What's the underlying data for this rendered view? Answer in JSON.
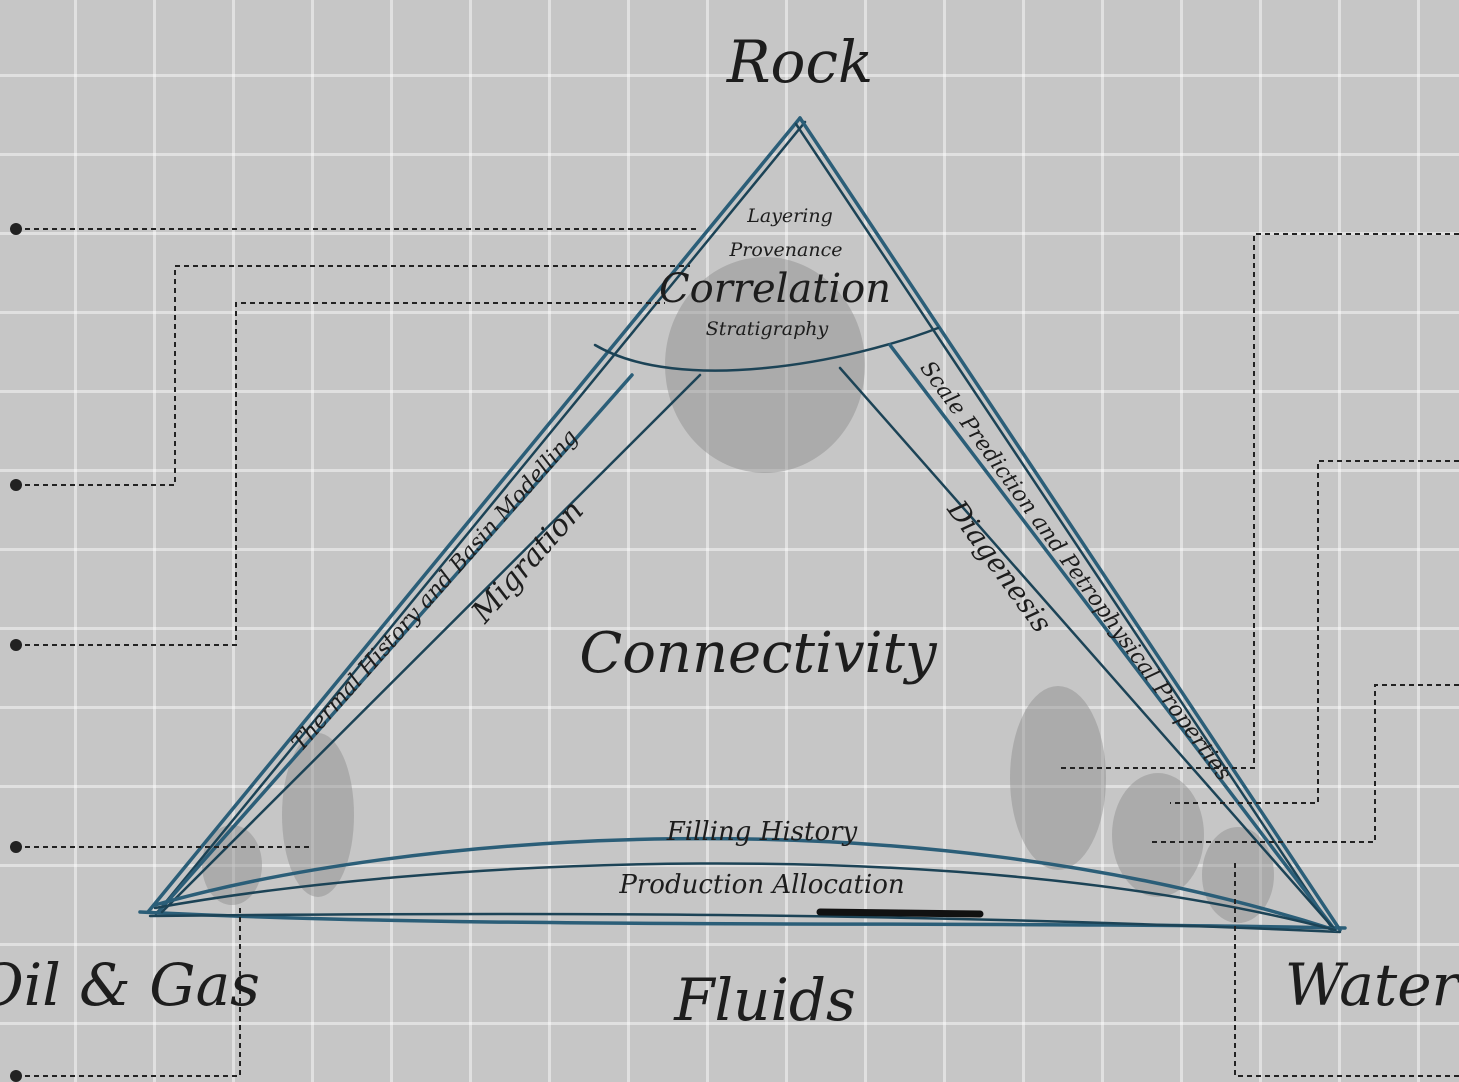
{
  "corners": {
    "top": "Rock",
    "left": "Oil & Gas",
    "right": "Water",
    "bottom": "Fluids"
  },
  "center": "Connectivity",
  "rock_zone": {
    "lines": [
      "Layering",
      "Provenance",
      "Correlation",
      "Stratigraphy"
    ]
  },
  "left_bands": {
    "outer": "Thermal History and Basin Modelling",
    "inner": "Migration"
  },
  "right_bands": {
    "outer": "Scale Prediction and Petrophysical Properties",
    "inner": "Diagenesis"
  },
  "bottom_bands": {
    "upper": "Filling History",
    "lower": "Production Allocation"
  },
  "colors": {
    "background": "#c6c6c6",
    "grid": "#e2e2e2",
    "stroke_blue": "#2b5e78",
    "stroke_dark": "#1c4356",
    "ink": "#1d1d1d"
  }
}
